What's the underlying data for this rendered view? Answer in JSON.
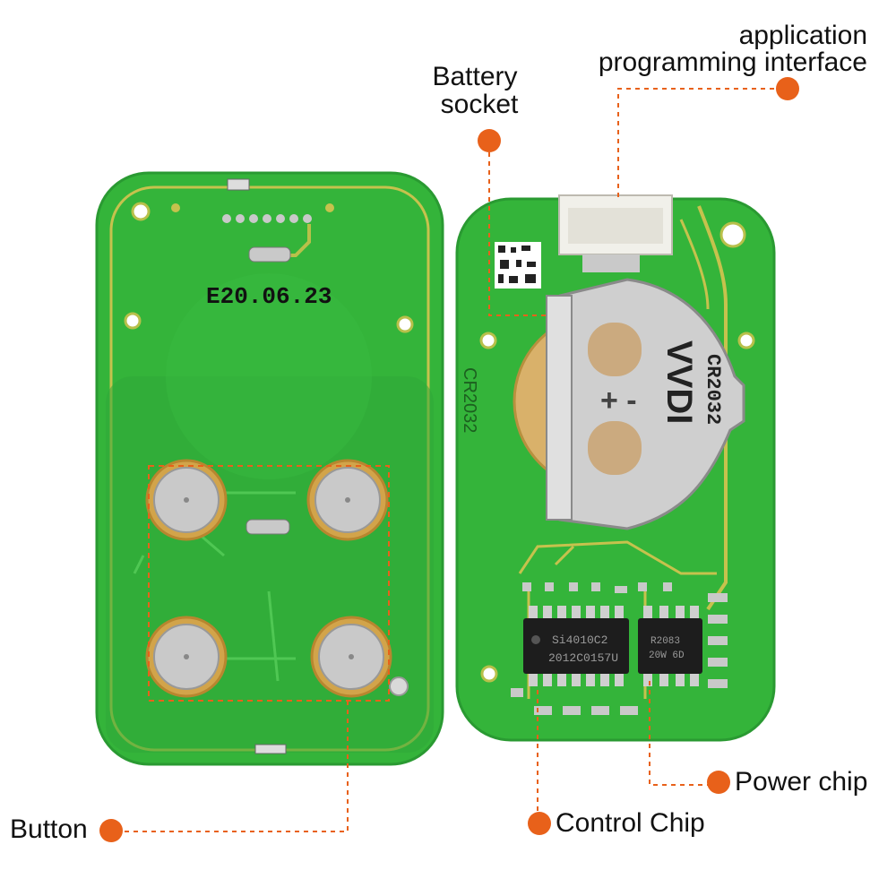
{
  "colors": {
    "pcb_green": "#34b43a",
    "pcb_dark": "#1f8f2c",
    "trace": "#b8c04a",
    "pad_metal": "#c9c9c9",
    "callout_orange": "#e8611a",
    "chip_black": "#1d1d1d"
  },
  "board_left": {
    "date_code": "E20.06.23"
  },
  "board_right": {
    "battery_text": "CR2032",
    "holder_brand": "VVDI",
    "holder_model": "CR2032",
    "chip1_line1": "Si4010C2",
    "chip1_line2": "2012C0157U",
    "chip2_line1": "R2083",
    "chip2_line2": "20W 6D"
  },
  "labels": {
    "api_line1": "application",
    "api_line2": "programming interface",
    "battery_line1": "Battery",
    "battery_line2": "socket",
    "power_chip": "Power chip",
    "control_chip": "Control Chip",
    "button": "Button"
  }
}
